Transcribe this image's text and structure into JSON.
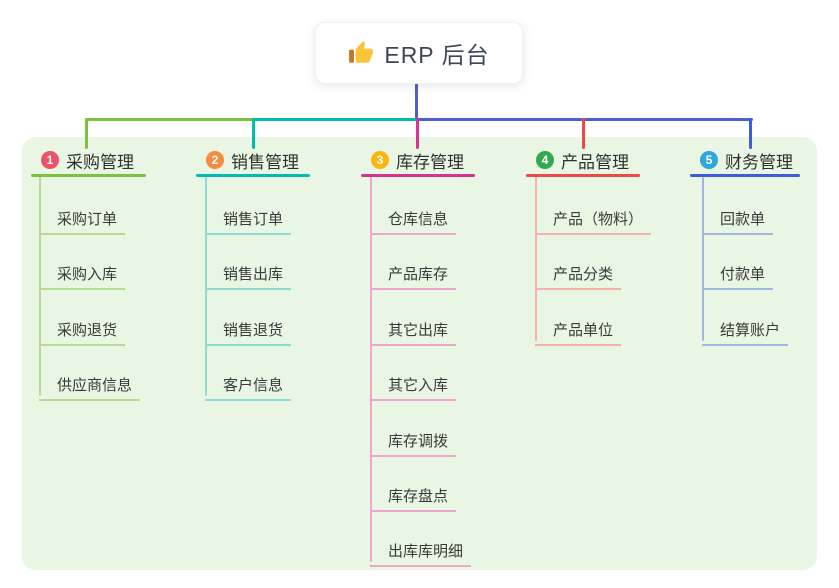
{
  "root": {
    "label": "ERP 后台",
    "icon": "thumbs-up-icon"
  },
  "connector": {
    "trunk_color": "#4c60d4"
  },
  "panel": {
    "background": "#e9f6e3"
  },
  "branches": [
    {
      "number": "1",
      "label": "采购管理",
      "badge_color": "#f05168",
      "line_color": "#7cc242",
      "light_color": "#b7db97",
      "items": [
        "采购订单",
        "采购入库",
        "采购退货",
        "供应商信息"
      ]
    },
    {
      "number": "2",
      "label": "销售管理",
      "badge_color": "#f78c3f",
      "line_color": "#00bdb0",
      "light_color": "#8edcd2",
      "items": [
        "销售订单",
        "销售出库",
        "销售退货",
        "客户信息"
      ]
    },
    {
      "number": "3",
      "label": "库存管理",
      "badge_color": "#fbb70d",
      "line_color": "#d6358f",
      "light_color": "#efa6cd",
      "items": [
        "仓库信息",
        "产品库存",
        "其它出库",
        "其它入库",
        "库存调拨",
        "库存盘点",
        "出库库明细"
      ]
    },
    {
      "number": "4",
      "label": "产品管理",
      "badge_color": "#31a94f",
      "line_color": "#f0474b",
      "light_color": "#f7b0aa",
      "items": [
        "产品（物料）",
        "产品分类",
        "产品单位"
      ]
    },
    {
      "number": "5",
      "label": "财务管理",
      "badge_color": "#2ea7dc",
      "line_color": "#3f5bd8",
      "light_color": "#a3b5e4",
      "items": [
        "回款单",
        "付款单",
        "结算账户"
      ]
    }
  ]
}
